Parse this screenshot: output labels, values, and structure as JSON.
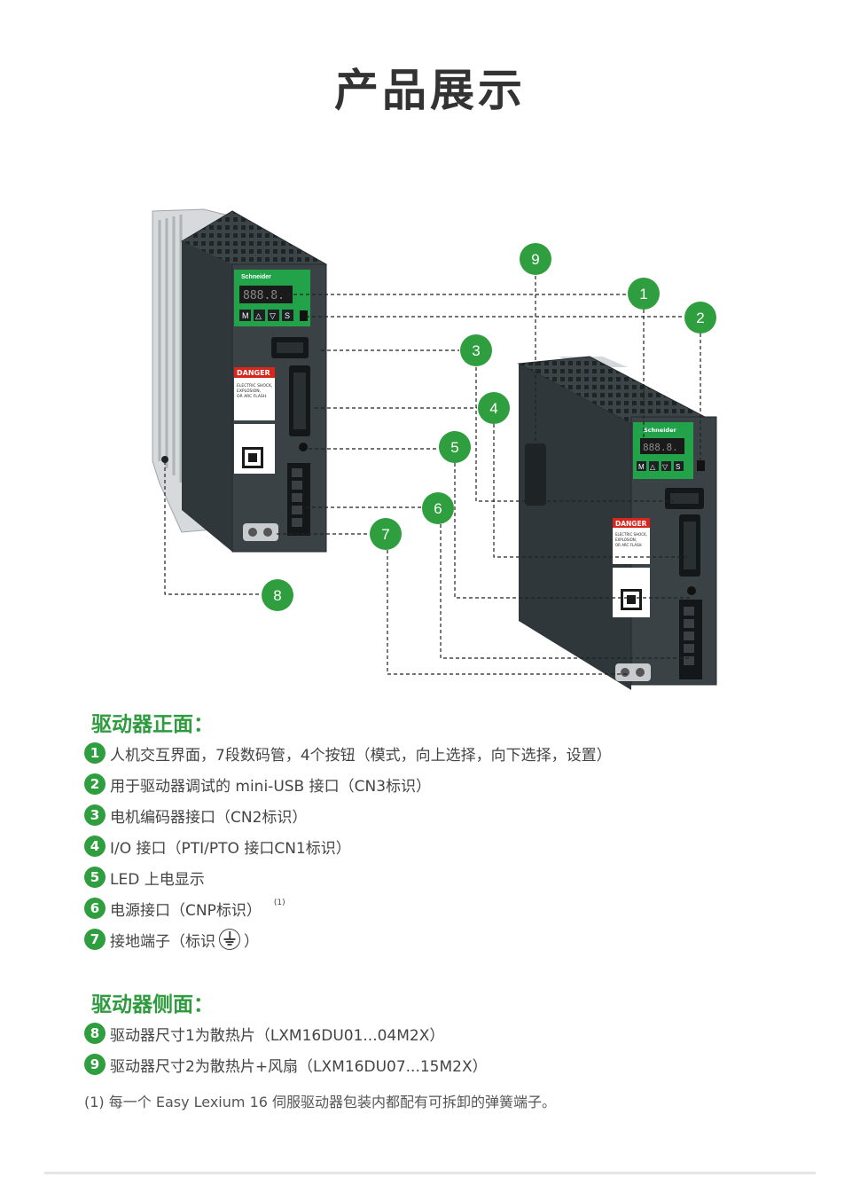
{
  "page": {
    "title": "产品展示"
  },
  "diagram": {
    "brand": "Schneider",
    "display_digits": "888.8.",
    "danger_label": "DANGER",
    "warning_text": [
      "ELECTRIC SHOCK,",
      "EXPLOSION,",
      "OR ARC FLASH."
    ],
    "keys": [
      "M",
      "△",
      "▽",
      "S"
    ],
    "callouts": [
      "1",
      "2",
      "3",
      "4",
      "5",
      "6",
      "7",
      "8",
      "9"
    ]
  },
  "front": {
    "heading": "驱动器正面：",
    "items": [
      {
        "num": "1",
        "text": "人机交互界面，7段数码管，4个按钮（模式，向上选择，向下选择，设置）"
      },
      {
        "num": "2",
        "text": "用于驱动器调试的 mini-USB 接口（CN3标识）"
      },
      {
        "num": "3",
        "text": "电机编码器接口（CN2标识）"
      },
      {
        "num": "4",
        "text": "I/O 接口（PTI/PTO 接口CN1标识）"
      },
      {
        "num": "5",
        "text": "LED 上电显示"
      },
      {
        "num": "6",
        "text": "电源接口（CNP标识）",
        "sup": "(1)"
      },
      {
        "num": "7",
        "text_before": "接地端子（标识",
        "text_after": "）",
        "icon": "ground-icon"
      }
    ]
  },
  "side": {
    "heading": "驱动器侧面：",
    "items": [
      {
        "num": "8",
        "text": "驱动器尺寸1为散热片（LXM16DU01...04M2X）"
      },
      {
        "num": "9",
        "text": "驱动器尺寸2为散热片+风扇（LXM16DU07...15M2X）"
      }
    ]
  },
  "footnote": "(1)  每一个 Easy Lexium 16 伺服驱动器包装内都配有可拆卸的弹簧端子。",
  "colors": {
    "accent": "#2f9e3f",
    "heading": "#2e9b3e",
    "body": "#3b4246",
    "panel": "#22a34a"
  }
}
